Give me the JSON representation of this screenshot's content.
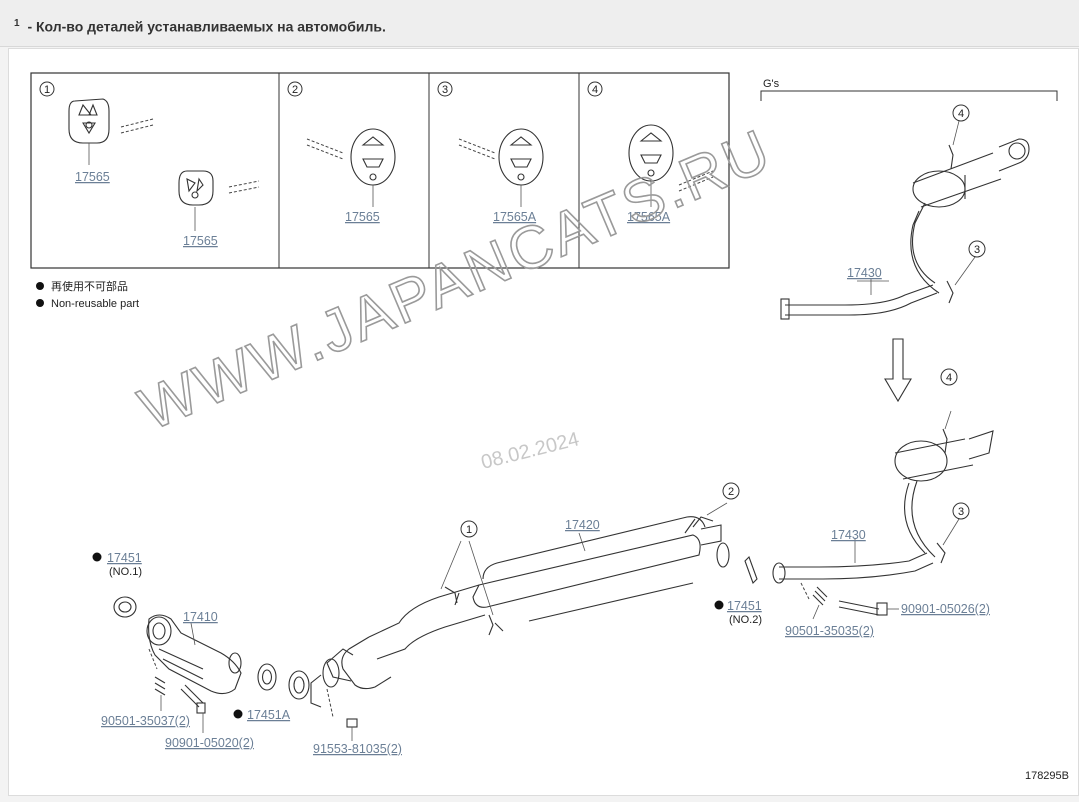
{
  "header": {
    "superscript": "1",
    "text": " - Кол-во деталей устанавливаемых на автомобиль."
  },
  "watermark": {
    "text": "WWW.JAPANCATS.RU",
    "date": "08.02.2024"
  },
  "legend": {
    "jp": "再使用不可部品",
    "en": "Non-reusable part"
  },
  "gs_label": "G's",
  "figure_id": "178295B",
  "insets": [
    {
      "num": "1",
      "parts": [
        "17565",
        "17565"
      ]
    },
    {
      "num": "2",
      "parts": [
        "17565"
      ]
    },
    {
      "num": "3",
      "parts": [
        "17565A"
      ]
    },
    {
      "num": "4",
      "parts": [
        "17565A"
      ]
    }
  ],
  "parts": {
    "p17451_no1": "17451",
    "p17451_no1_sub": "(NO.1)",
    "p17410": "17410",
    "p90501_35037": "90501-35037(2)",
    "p90901_05020": "90901-05020(2)",
    "p17451a": "17451A",
    "p91553": "91553-81035(2)",
    "p17420": "17420",
    "p17451_no2": "17451",
    "p17451_no2_sub": "(NO.2)",
    "p90501_35035": "90501-35035(2)",
    "p90901_05026": "90901-05026(2)",
    "p17430_top": "17430",
    "p17430_bottom": "17430"
  },
  "callouts": {
    "c1": "1",
    "c2": "2",
    "c3_top": "3",
    "c4_top": "4",
    "c3_bottom": "3",
    "c4_bottom": "4"
  },
  "colors": {
    "part_number": "#6b7f96",
    "watermark": "#9a9a9a",
    "line": "#333333"
  }
}
